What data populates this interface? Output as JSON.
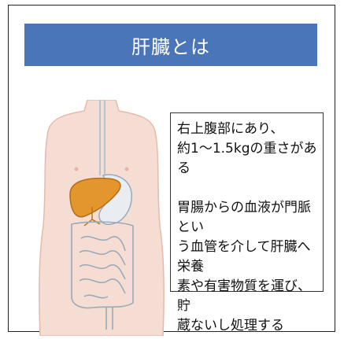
{
  "title": "肝臓とは",
  "description": {
    "para1": "右上腹部にあり、\n約1～1.5kgの重さがある",
    "para2": "胃腸からの血液が門脈とい\nう血管を介して肝臓へ栄養\n素や有害物質を運び、貯\n蔵ないし処理する"
  },
  "colors": {
    "title_bg": "#4a75b8",
    "liver": "#e3952e",
    "skin": "#f6ddd4",
    "organ_outline": "#9aaab8"
  },
  "icons": [
    "torso-illustration",
    "liver-icon",
    "intestines-icon"
  ]
}
